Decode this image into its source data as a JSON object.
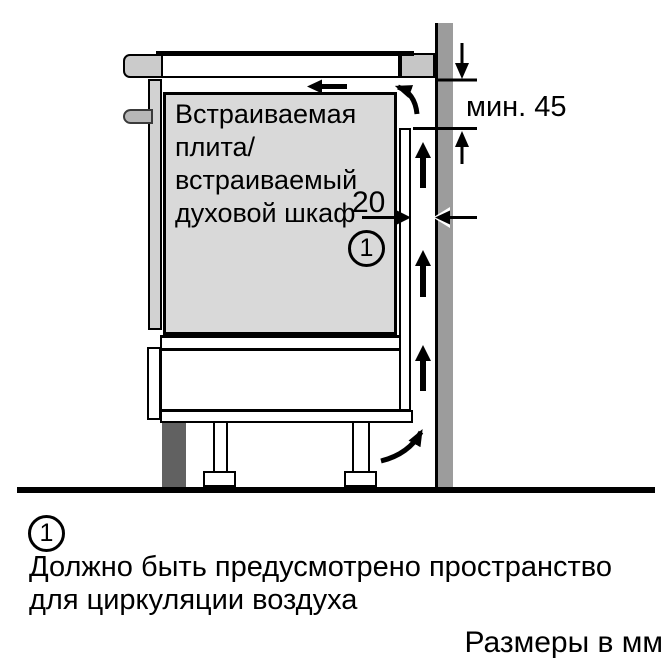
{
  "diagram": {
    "oven_label_lines": [
      "Встраиваемая",
      "плита/",
      "встраиваемый",
      "духовой шкаф"
    ],
    "callout_marker": "1",
    "dim_min_clearance": "мин. 45",
    "dim_gap": "20"
  },
  "note": {
    "marker": "1",
    "lines": [
      "Должно быть предусмотрено пространство",
      "для циркуляции воздуха"
    ]
  },
  "footer": {
    "units_label": "Размеры в мм"
  },
  "icons": {
    "airflow_up_arrow": "↑",
    "airflow_left_arrow": "←",
    "airflow_curved_arrow": "curved-arrow",
    "dimension_arrow": "→",
    "callout_circle": "circled-number"
  },
  "colors": {
    "line": "#000000",
    "oven_fill": "#d9d9d9",
    "worktop_fill": "#c9c9c9",
    "wall_fill": "#9c9c9c",
    "plinth_fill": "#616161",
    "background": "#ffffff"
  }
}
